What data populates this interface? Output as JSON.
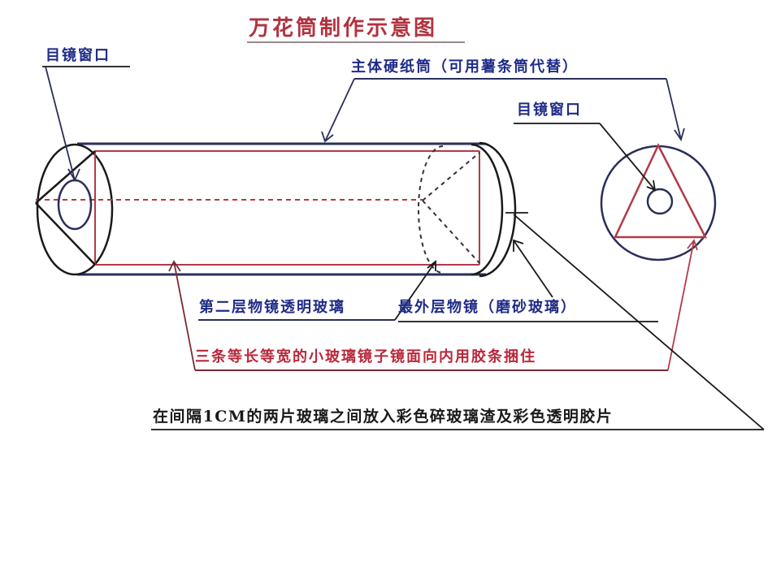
{
  "title": "万花筒制作示意图",
  "labels": {
    "eyepiece_left": "目镜窗口",
    "main_tube": "主体硬纸筒（可用薯条筒代替）",
    "eyepiece_right": "目镜窗口",
    "second_lens": "第二层物镜透明玻璃",
    "outer_lens": "最外层物镜（磨砂玻璃）",
    "mirrors": "三条等长等宽的小玻璃镜子镜面向内用胶条捆住",
    "glass_chips": "在间隔1CM的两片玻璃之间放入彩色碎玻璃渣及彩色透明胶片"
  },
  "colors": {
    "title": "#b2323f",
    "blue_text": "#1f2b86",
    "red_text": "#b8283a",
    "tube_outline": "#2a2f5a",
    "mirror_lines": "#b23a48",
    "black": "#1a1a1a"
  }
}
